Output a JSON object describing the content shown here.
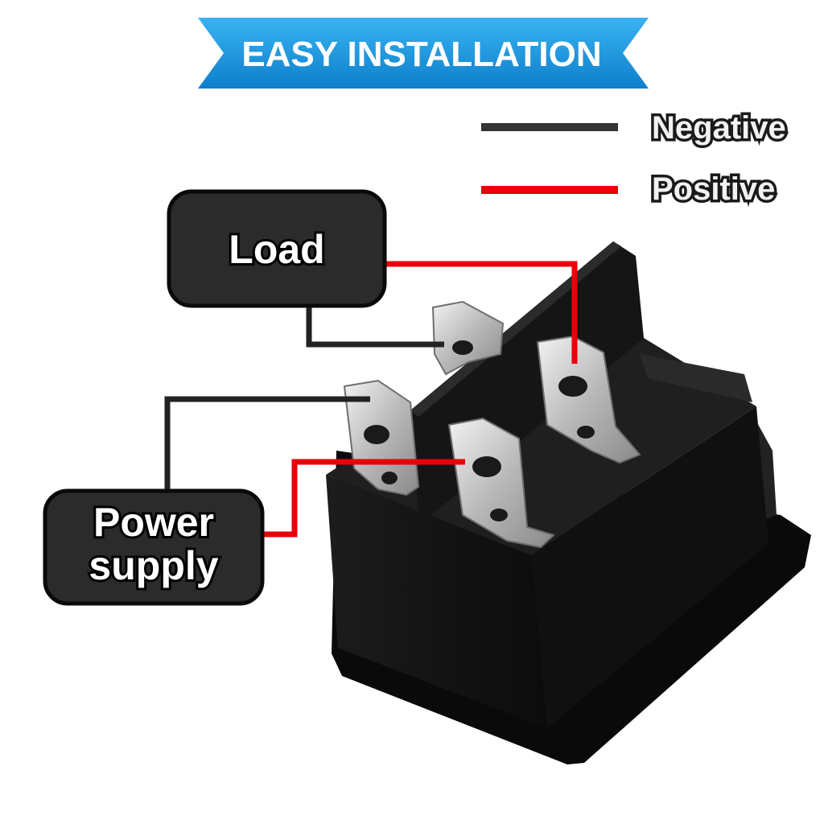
{
  "banner": {
    "title": "EASY INSTALLATION"
  },
  "legend": [
    {
      "label": "Negative",
      "color": "#333333"
    },
    {
      "label": "Positive",
      "color": "#e8000b"
    }
  ],
  "labels": {
    "load": "Load",
    "power_line1": "Power",
    "power_line2": "supply"
  },
  "colors": {
    "banner_blue": "#1a9be0",
    "switch_body": "#161616",
    "terminal_metal": "#c9c9c9",
    "wire_negative": "#333333",
    "wire_positive": "#e8000b"
  }
}
